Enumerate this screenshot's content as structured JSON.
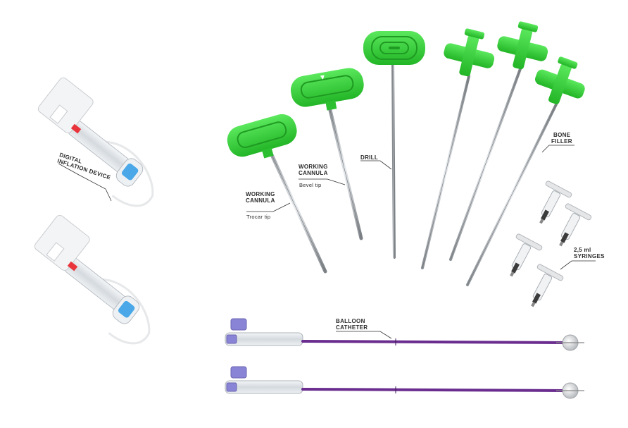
{
  "labels": {
    "digital_inflation_device": [
      "DIGITAL",
      "INFLATION DEVICE"
    ],
    "working_cannula_trocar": {
      "title": [
        "WORKING",
        "CANNULA"
      ],
      "sub": "Trocar tip"
    },
    "working_cannula_bevel": {
      "title": [
        "WORKING",
        "CANNULA"
      ],
      "sub": "Bevel tip"
    },
    "drill": "DRILL",
    "bone_filler": [
      "BONE",
      "FILLER"
    ],
    "syringes": [
      "2,5 ml",
      "SYRINGES"
    ],
    "balloon_catheter": [
      "BALLOON",
      "CATHETER"
    ]
  },
  "colors": {
    "handle_green": "#37d13a",
    "catheter_purple": "#6a2d8f",
    "label_text": "#2b2b2b",
    "display_blue": "#4aa8e8"
  }
}
